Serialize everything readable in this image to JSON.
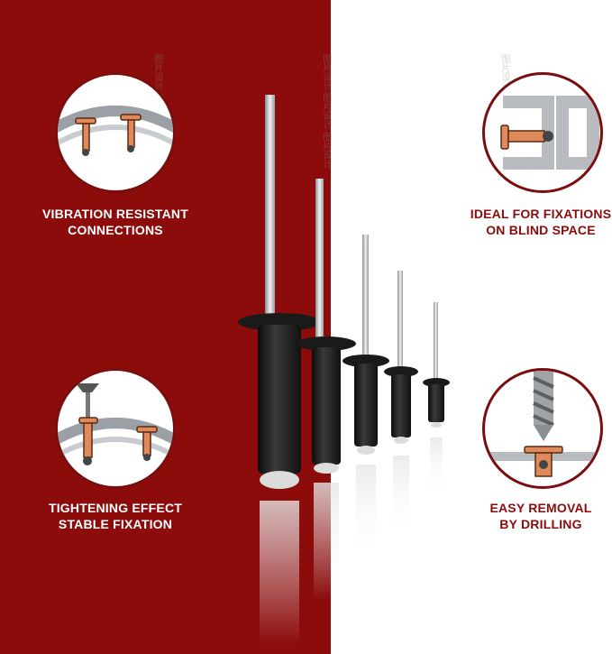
{
  "features": {
    "vibration": {
      "line1": "VIBRATION RESISTANT",
      "line2": "CONNECTIONS",
      "icon": "rivet-vibration-icon"
    },
    "tightening": {
      "line1": "TIGHTENING EFFECT",
      "line2": "STABLE FIXATION",
      "icon": "rivet-tightening-icon"
    },
    "blind": {
      "line1": "IDEAL FOR FIXATIONS",
      "line2": "ON BLIND SPACE",
      "icon": "rivet-blind-space-icon"
    },
    "removal": {
      "line1": "EASY REMOVAL",
      "line2": "BY DRILLING",
      "icon": "drill-bit-icon"
    }
  },
  "colors": {
    "brand_red": "#8c0c0c",
    "rivet_copper": "#e0895a",
    "rivet_black": "#1a1a1a",
    "rivet_silver": "#b8bcc0"
  },
  "product": {
    "rivet_count": 5,
    "finish": "black"
  }
}
